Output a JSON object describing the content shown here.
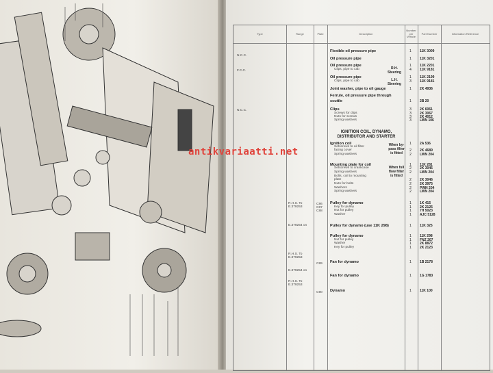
{
  "watermark": "antikvariaatti.net",
  "headers": [
    "Type",
    "Range",
    "Plate",
    "Description",
    "Number per Vehicle",
    "Part Number",
    "Information Reference"
  ],
  "section_heading": "IGNITION COIL, DYNAMO, DISTRIBUTOR AND STARTER",
  "types": [
    {
      "text": "N.C.C."
    },
    {
      "text": "F.C.C."
    },
    {
      "text": "N.C.C."
    },
    {
      "text": "R.H.S. To E.379253"
    },
    {
      "text": "E.379254 on"
    },
    {
      "text": "R.H.S. To E.379253"
    },
    {
      "text": "E.379254 on"
    },
    {
      "text": "R.H.S. To E.379253"
    }
  ],
  "plates": [
    {
      "text": "C86 C87 C88"
    },
    {
      "text": "C89"
    },
    {
      "text": "C90"
    }
  ],
  "notes": [
    {
      "text": "R.H. Steering"
    },
    {
      "text": "L.H. Steering"
    },
    {
      "text": "When by-pass filter is fitted"
    },
    {
      "text": "When full flow filter is fitted"
    }
  ],
  "rows": [
    {
      "desc": "Flexible oil pressure pipe",
      "bold": true,
      "qty": "1",
      "part": "11K 3009"
    },
    {
      "desc": "Oil pressure pipe",
      "bold": true,
      "qty": "1",
      "part": "11K 3201"
    },
    {
      "desc": "Oil pressure pipe",
      "bold": true,
      "qty": "1",
      "part": "11K 2201"
    },
    {
      "desc": "Clips, pipe to cab",
      "qty": "4",
      "part": "11K 9181"
    },
    {
      "desc": "Oil pressure pipe",
      "bold": true,
      "qty": "1",
      "part": "11K 2199"
    },
    {
      "desc": "Clips, pipe to cab",
      "qty": "3",
      "part": "11K 9181"
    },
    {
      "desc": "Joint washer, pipe to oil gauge",
      "bold": true,
      "qty": "1",
      "part": "2K 4936"
    },
    {
      "desc": "Ferrule, oil pressure pipe through",
      "bold": true,
      "qty": "",
      "part": ""
    },
    {
      "desc": "scuttle",
      "bold": true,
      "qty": "1",
      "part": "2B 20"
    },
    {
      "desc": "Clips",
      "bold": true,
      "qty": "3",
      "part": "2K 6061"
    },
    {
      "desc": "Screws for clips",
      "qty": "3",
      "part": "2K 3067"
    },
    {
      "desc": "Nuts for screws",
      "qty": "3",
      "part": "2K 4012"
    },
    {
      "desc": "Spring washers",
      "qty": "3",
      "part": "LWN 106"
    },
    {
      "desc": "Ignition coil",
      "bold": true,
      "qty": "1",
      "part": "2A 536"
    },
    {
      "desc": "Setscrews to oil filter",
      "qty": "",
      "part": ""
    },
    {
      "desc": "facing cover",
      "qty": "2",
      "part": "2K 4689"
    },
    {
      "desc": "Spring washers",
      "qty": "2",
      "part": "LWN 204"
    },
    {
      "desc": "Mounting plate for coil",
      "bold": true,
      "qty": "1",
      "part": "11K 281"
    },
    {
      "desc": "Setscrews to crankcase",
      "qty": "2",
      "part": "2K 3046"
    },
    {
      "desc": "Spring washers",
      "qty": "2",
      "part": "LWN 204"
    },
    {
      "desc": "Bolts, coil to mounting",
      "qty": "",
      "part": ""
    },
    {
      "desc": "plate",
      "qty": "2",
      "part": "2K 3046"
    },
    {
      "desc": "Nuts for bolts",
      "qty": "2",
      "part": "2K 3975"
    },
    {
      "desc": "Washers",
      "qty": "2",
      "part": "PWN 204"
    },
    {
      "desc": "Spring washers",
      "qty": "2",
      "part": "LWN 204"
    },
    {
      "desc": "Pulley for dynamo",
      "bold": true,
      "qty": "1",
      "part": "1K 415"
    },
    {
      "desc": "Key for pulley",
      "qty": "1",
      "part": "2K 2125"
    },
    {
      "desc": "Nut for pulley",
      "qty": "1",
      "part": "7H 5023"
    },
    {
      "desc": "Washer",
      "qty": "1",
      "part": "AJC 5128"
    },
    {
      "desc": "Pulley for dynamo (use 11K 298)",
      "bold": true,
      "qty": "1",
      "part": "11K 325"
    },
    {
      "desc": "Pulley for dynamo",
      "bold": true,
      "qty": "1",
      "part": "11K 298"
    },
    {
      "desc": "Nut for pulley",
      "qty": "1",
      "part": "FNZ 207"
    },
    {
      "desc": "Washer",
      "qty": "1",
      "part": "2K 8872"
    },
    {
      "desc": "Key for pulley",
      "qty": "1",
      "part": "2K 2123"
    },
    {
      "desc": "Fan for dynamo",
      "bold": true,
      "qty": "1",
      "part": "1B 2178"
    },
    {
      "desc": "Fan for dynamo",
      "bold": true,
      "qty": "1",
      "part": "1G 1783"
    },
    {
      "desc": "Dynamo",
      "bold": true,
      "qty": "1",
      "part": "11K 100"
    }
  ]
}
